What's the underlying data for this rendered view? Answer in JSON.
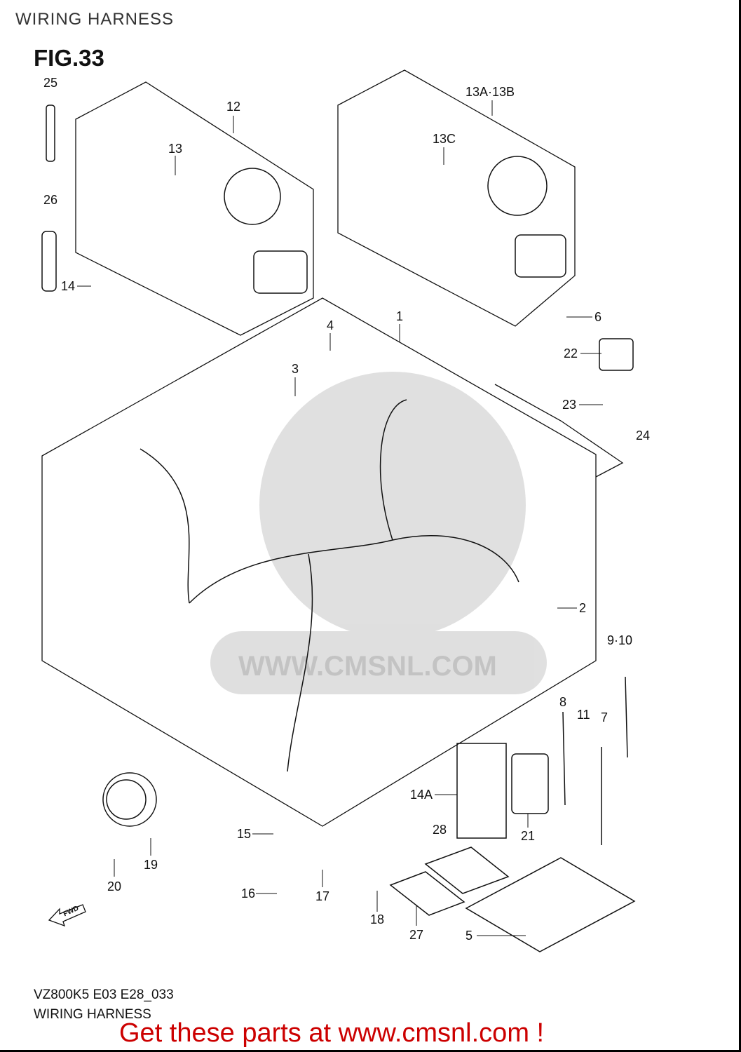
{
  "header": {
    "title": "WIRING HARNESS"
  },
  "figure": {
    "number": "FIG.33",
    "code": "VZ800K5 E03 E28_033",
    "caption": "WIRING HARNESS",
    "watermark": "WWW.CMSNL.COM"
  },
  "callouts": [
    "25",
    "12",
    "13",
    "13A·13B",
    "13C",
    "26",
    "14",
    "4",
    "1",
    "6",
    "3",
    "22",
    "23",
    "24",
    "2",
    "9·10",
    "8",
    "11",
    "7",
    "14A",
    "21",
    "28",
    "15",
    "19",
    "20",
    "16",
    "17",
    "18",
    "27",
    "5"
  ],
  "fwd_label": "FWD",
  "promo": {
    "text": "Get these parts at www.cmsnl.com !",
    "color": "#cc0000"
  }
}
